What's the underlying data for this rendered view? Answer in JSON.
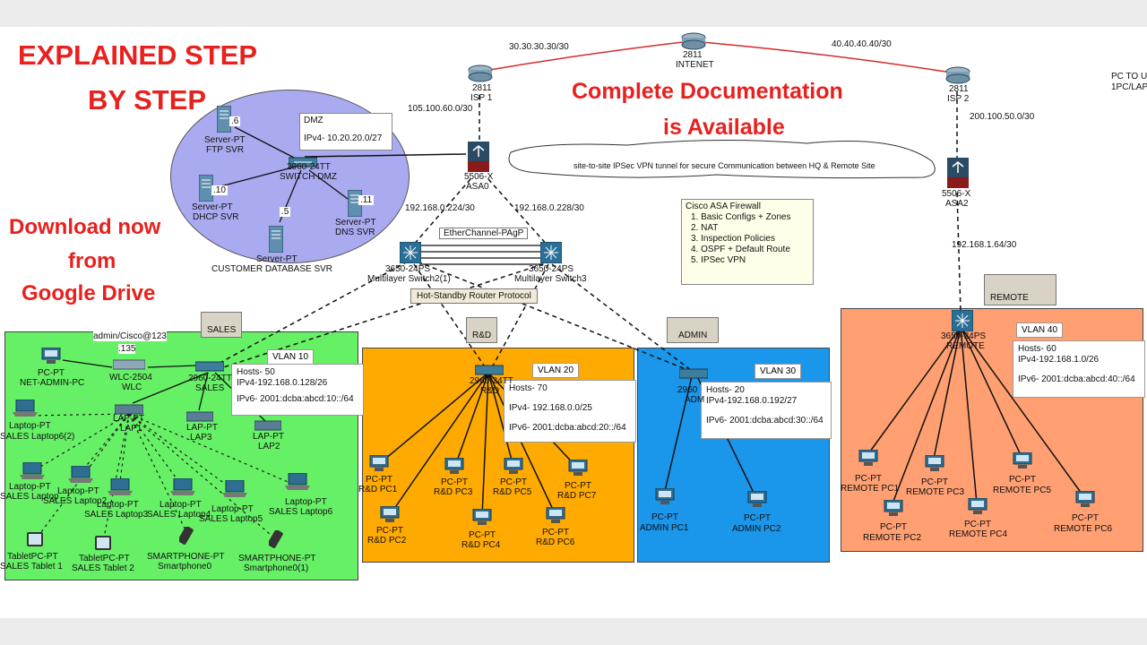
{
  "promo": {
    "line1": "EXPLAINED STEP",
    "line2": "BY STEP",
    "doc_line1": "Complete Documentation",
    "doc_line2": "is Available",
    "dl_line1": "Download now",
    "dl_line2": "from",
    "dl_line3": "Google Drive"
  },
  "colors": {
    "promo_red": "#e8201e",
    "dmz_zone": "#aaaaf0",
    "sales_zone": "#66f066",
    "rd_zone": "#ffaa00",
    "admin_zone": "#1a96ea",
    "remote_zone": "#ff9f72",
    "serial_link": "#d62a2a"
  },
  "internet": {
    "name": "2811",
    "sub": "INTENET",
    "link_left": "30.30.30.30/30",
    "link_right": "40.40.40.40/30"
  },
  "isp1": {
    "name": "2811",
    "sub": "ISP 1",
    "subnet": "105.100.60.0/30"
  },
  "isp2": {
    "name": "2811",
    "sub": "ISP 2",
    "subnet": "200.100.50.0/30"
  },
  "asa0": {
    "name": "5506-X",
    "sub": "ASA0"
  },
  "asa2": {
    "name": "5506-X",
    "sub": "ASA2",
    "subnet": "192.168.1.64/30"
  },
  "corner": {
    "line1": "PC TO U",
    "line2": "1PC/LAP"
  },
  "vpn": {
    "text": "site-to-site IPSec  VPN tunnel for secure Communication between HQ & Remote Site"
  },
  "asa_note": {
    "title": "Cisco ASA Firewall",
    "items": [
      "1. Basic Configs + Zones",
      "2. NAT",
      "3. Inspection Policies",
      "4. OSPF + Default Route",
      "5. IPSec VPN"
    ]
  },
  "dmz": {
    "tag": "DMZ",
    "subnet": "IPv4- 10.20.20.0/27",
    "switch_name": "2960-24TT",
    "switch_sub": "SWITCH DMZ",
    "ftp": {
      "ip": ".6",
      "name": "Server-PT",
      "sub": "FTP SVR"
    },
    "dhcp": {
      "ip": ".10",
      "name": "Server-PT",
      "sub": "DHCP SVR"
    },
    "dns": {
      "ip": ".11",
      "name": "Server-PT",
      "sub": "DNS SVR"
    },
    "db": {
      "ip": ".5",
      "name": "Server-PT",
      "sub": "CUSTOMER DATABASE SVR"
    }
  },
  "core": {
    "link_left": "192.168.0.224/30",
    "link_right": "192.168.0.228/30",
    "etherchannel": "EtherChannel-PAgP",
    "hsrp": "Hot-Standby Router Protocol",
    "ms1": {
      "name": "3650-24PS",
      "sub": "Multilayer Switch2(1)"
    },
    "ms2": {
      "name": "3650-24PS",
      "sub": "Multilayer Switch3"
    }
  },
  "sales": {
    "tag": "SALES",
    "vlan": "VLAN 10",
    "hosts": "Hosts- 50",
    "ipv4": "IPv4-192.168.0.128/26",
    "ipv6": "IPv6- 2001:dcba:abcd:10::/64",
    "admin_note": "admin/Cisco@123",
    "wlc_ip": ".135",
    "pc": {
      "name": "PC-PT",
      "sub": "NET-ADMIN-PC"
    },
    "wlc": {
      "name": "WLC-2504",
      "sub": "WLC"
    },
    "switch": {
      "name": "2960-24TT",
      "sub": "SALES"
    },
    "lap1": {
      "name": "LAP-PT",
      "sub": "LAP1"
    },
    "lap3": {
      "name": "LAP-PT",
      "sub": "LAP3"
    },
    "lap2": {
      "name": "LAP-PT",
      "sub": "LAP2"
    },
    "laptops": [
      {
        "name": "Laptop-PT",
        "sub": "SALES Laptop6(2)"
      },
      {
        "name": "Laptop-PT",
        "sub": "SALES Laptop"
      },
      {
        "name": "Laptop-PT",
        "sub": "SALES Laptop2"
      },
      {
        "name": "Laptop-PT",
        "sub": "SALES Laptop3"
      },
      {
        "name": "Laptop-PT",
        "sub": "SALES Laptop4"
      },
      {
        "name": "Laptop-PT",
        "sub": "SALES Laptop5"
      },
      {
        "name": "Laptop-PT",
        "sub": "SALES Laptop6"
      }
    ],
    "tablets": [
      {
        "name": "TabletPC-PT",
        "sub": "SALES Tablet 1"
      },
      {
        "name": "TabletPC-PT",
        "sub": "SALES Tablet 2"
      }
    ],
    "phones": [
      {
        "name": "SMARTPHONE-PT",
        "sub": "Smartphone0"
      },
      {
        "name": "SMARTPHONE-PT",
        "sub": "Smartphone0(1)"
      }
    ]
  },
  "rd": {
    "tag": "R&D",
    "vlan": "VLAN 20",
    "hosts": "Hosts- 70",
    "ipv4": "IPv4- 192.168.0.0/25",
    "ipv6": "IPv6- 2001:dcba:abcd:20::/64",
    "switch": {
      "name": "2960-24TT",
      "sub": "R&D"
    },
    "pcs": [
      {
        "name": "PC-PT",
        "sub": "R&D PC1"
      },
      {
        "name": "PC-PT",
        "sub": "R&D PC2"
      },
      {
        "name": "PC-PT",
        "sub": "R&D PC3"
      },
      {
        "name": "PC-PT",
        "sub": "R&D PC4"
      },
      {
        "name": "PC-PT",
        "sub": "R&D PC5"
      },
      {
        "name": "PC-PT",
        "sub": "R&D PC6"
      },
      {
        "name": "PC-PT",
        "sub": "R&D PC7"
      }
    ]
  },
  "admin": {
    "tag": "ADMIN",
    "vlan": "VLAN 30",
    "hosts": "Hosts- 20",
    "ipv4": "IPv4-192.168.0.192/27",
    "ipv6": "IPv6- 2001:dcba:abcd:30::/64",
    "switch": {
      "name": "2960",
      "sub": "ADM"
    },
    "pcs": [
      {
        "name": "PC-PT",
        "sub": "ADMIN PC1"
      },
      {
        "name": "PC-PT",
        "sub": "ADMIN PC2"
      }
    ]
  },
  "remote": {
    "tag": "REMOTE",
    "vlan": "VLAN 40",
    "hosts": "Hosts- 60",
    "ipv4": "IPv4-192.168.1.0/26",
    "ipv6": "IPv6- 2001:dcba:abcd:40::/64",
    "switch": {
      "name": "3650-24PS",
      "sub": "REMOTE"
    },
    "pcs": [
      {
        "name": "PC-PT",
        "sub": "REMOTE PC1"
      },
      {
        "name": "PC-PT",
        "sub": "REMOTE PC2"
      },
      {
        "name": "PC-PT",
        "sub": "REMOTE PC3"
      },
      {
        "name": "PC-PT",
        "sub": "REMOTE PC4"
      },
      {
        "name": "PC-PT",
        "sub": "REMOTE PC5"
      },
      {
        "name": "PC-PT",
        "sub": "REMOTE PC6"
      }
    ]
  }
}
